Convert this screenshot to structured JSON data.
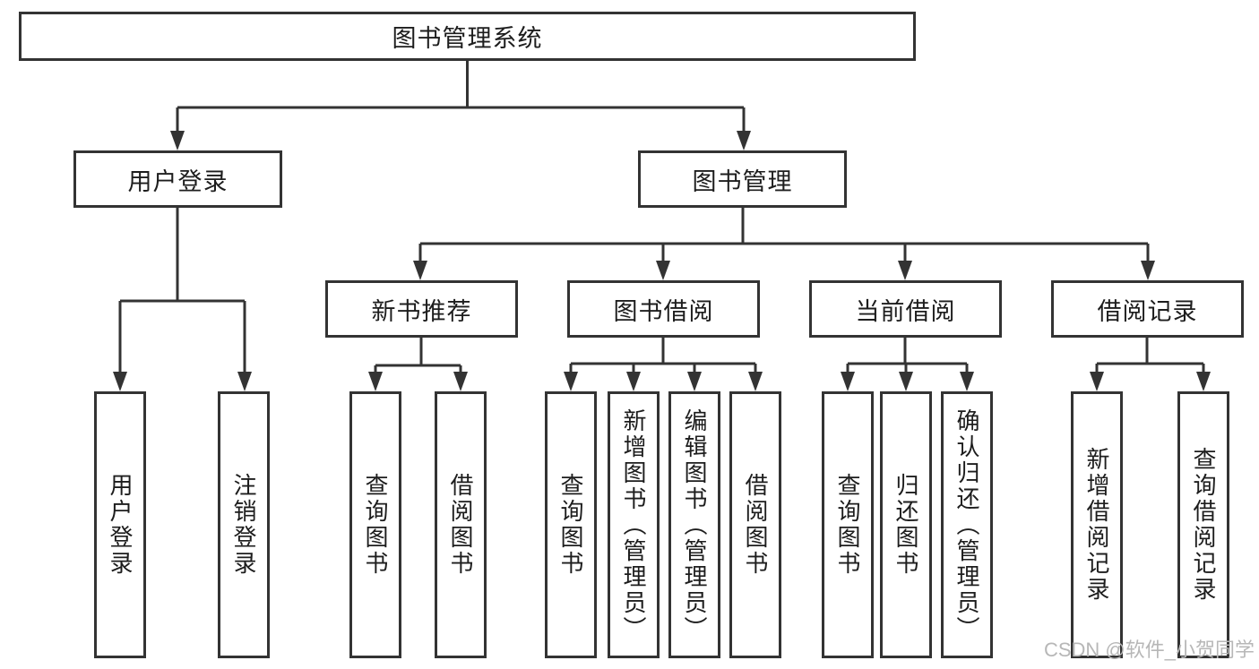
{
  "diagram": {
    "root": "图书管理系统",
    "level2": {
      "login": "用户登录",
      "management": "图书管理"
    },
    "level3": [
      "新书推荐",
      "图书借阅",
      "当前借阅",
      "借阅记录"
    ],
    "leaves": {
      "login": [
        "用户登录",
        "注销登录"
      ],
      "new_book": [
        "查询图书",
        "借阅图书"
      ],
      "book_borrow": [
        "查询图书",
        "新增图书（管理员）",
        "编辑图书（管理员）",
        "借阅图书"
      ],
      "current_borrow": [
        "查询图书",
        "归还图书",
        "确认归还（管理员）"
      ],
      "borrow_record": [
        "新增借阅记录",
        "查询借阅记录"
      ]
    }
  },
  "watermark": "CSDN @软件_小贺同学",
  "colors": {
    "line": "#333333",
    "text": "#1d1d1d",
    "watermark": "#b7b7b7",
    "background": "#ffffff"
  }
}
